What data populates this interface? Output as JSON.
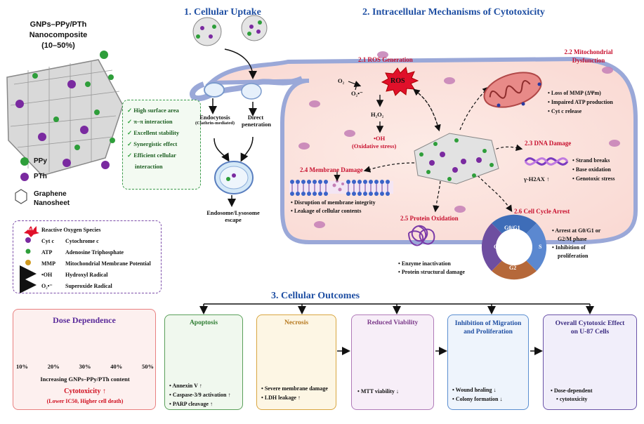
{
  "composite": {
    "title1": "GNPs–PPy/PTh",
    "title2": "Nanocomposite",
    "title3": "(10–50%)"
  },
  "legend_particles": {
    "ppy": "PPy",
    "pth": "PTh",
    "graphene1": "Graphene",
    "graphene2": "Nanosheet"
  },
  "properties": [
    "High surface area",
    "π–π interaction",
    "Excellent stability",
    "Synergistic effect",
    "Efficient cellular",
    "interaction"
  ],
  "abbrev": [
    {
      "key": "ROS",
      "label": "Reactive Oxygen Species"
    },
    {
      "key": "Cyt c",
      "label": "Cytochrome c"
    },
    {
      "key": "ATP",
      "label": "Adenosine Triphosphate"
    },
    {
      "key": "MMP",
      "label": "Mitochondrial Membrane Potential"
    },
    {
      "key": "•OH",
      "label": "Hydroxyl Radical"
    },
    {
      "key": "O₂•⁻",
      "label": "Superoxide Radical"
    }
  ],
  "uptake": {
    "title": "1. Cellular Uptake",
    "endocytosis": "Endocytosis",
    "clathrin": "(Clathrin-mediated)",
    "direct1": "Direct",
    "direct2": "penetration",
    "escape1": "Endosome/Lysosome",
    "escape2": "escape"
  },
  "mechanisms": {
    "title": "2. Intracellular Mechanisms of Cytotoxicity",
    "ros": {
      "title": "2.1 ROS Generation",
      "o2": "O₂",
      "o2r": "O₂•⁻",
      "h2o2": "H₂O₂",
      "oh": "•OH",
      "stress": "(Oxidative stress)",
      "label": "ROS"
    },
    "mito": {
      "title1": "2.2 Mitochondrial",
      "title2": "Dysfunction",
      "items": [
        "Loss of MMP (ΔΨm)",
        "Impaired ATP production",
        "Cyt c release"
      ]
    },
    "dna": {
      "title": "2.3 DNA Damage",
      "marker": "γ-H2AX ↑",
      "items": [
        "Strand breaks",
        "Base oxidation",
        "Genotoxic stress"
      ]
    },
    "membrane": {
      "title": "2.4 Membrane Damage",
      "items": [
        "Disruption of membrane integrity",
        "Leakage of cellular contents"
      ]
    },
    "protein": {
      "title": "2.5 Protein Oxidation",
      "items": [
        "Enzyme inactivation",
        "Protein structural damage"
      ]
    },
    "cycle": {
      "title": "2.6 Cell Cycle Arrest",
      "g0": "G0/G1",
      "s": "S",
      "g2a": "G2",
      "g2b": "G2",
      "items": [
        "Arrest at G0/G1 or",
        "G2/M phase",
        "Inhibition of",
        "proliferation"
      ]
    }
  },
  "outcomes": {
    "title": "3. Cellular Outcomes",
    "apoptosis": {
      "title": "Apoptosis",
      "items": [
        "Annexin V ↑",
        "Caspase-3/9 activation ↑",
        "PARP cleavage ↑"
      ]
    },
    "necrosis": {
      "title": "Necrosis",
      "items": [
        "Severe membrane damage",
        "LDH leakage ↑"
      ]
    },
    "viability": {
      "title": "Reduced Viability",
      "items": [
        "MTT viability ↓"
      ]
    },
    "migration": {
      "title1": "Inhibition of Migration",
      "title2": "and Proliferation",
      "items": [
        "Wound healing ↓",
        "Colony formation ↓"
      ]
    },
    "overall": {
      "title1": "Overall Cytotoxic Effect",
      "title2": "on U-87 Cells",
      "items": [
        "Dose-dependent",
        "cytotoxicity"
      ]
    }
  },
  "dose": {
    "title": "Dose Dependence",
    "ticks": [
      "10%",
      "20%",
      "30%",
      "40%",
      "50%"
    ],
    "caption": "Increasing GNPs–PPy/PTh content",
    "cyto": "Cytotoxicity ↑",
    "note": "(Lower IC50, Higher cell death)"
  }
}
